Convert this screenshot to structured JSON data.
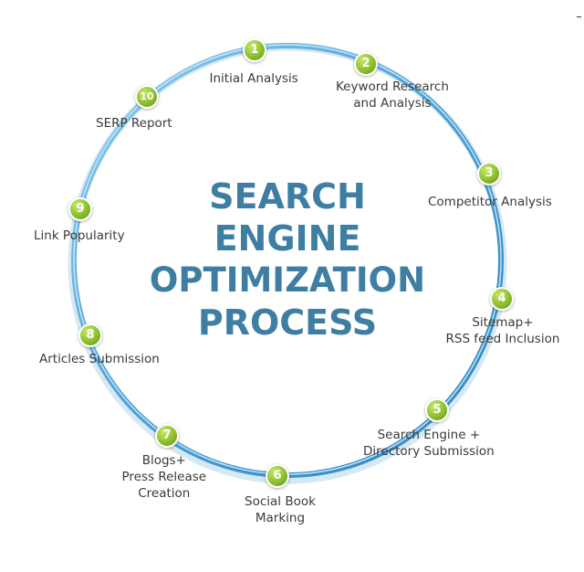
{
  "title": {
    "lines": [
      "SEARCH",
      "ENGINE",
      "OPTIMIZATION",
      "PROCESS"
    ]
  },
  "steps": [
    {
      "number": "1",
      "lines": [
        "Initial Analysis"
      ]
    },
    {
      "number": "2",
      "lines": [
        "Keyword Research",
        "and Analysis"
      ]
    },
    {
      "number": "3",
      "lines": [
        "Competitor Analysis"
      ]
    },
    {
      "number": "4",
      "lines": [
        "Sitemap+",
        "RSS feed Inclusion"
      ]
    },
    {
      "number": "5",
      "lines": [
        "Search Engine +",
        "Directory Submission"
      ]
    },
    {
      "number": "6",
      "lines": [
        "Social Book",
        "Marking"
      ]
    },
    {
      "number": "7",
      "lines": [
        "Blogs+",
        "Press Release",
        "Creation"
      ]
    },
    {
      "number": "8",
      "lines": [
        "Articles Submission"
      ]
    },
    {
      "number": "9",
      "lines": [
        "Link Popularity"
      ]
    },
    {
      "number": "10",
      "lines": [
        "SERP Report"
      ]
    }
  ],
  "colors": {
    "ring": "#5aa8d6",
    "ring_highlight": "#bfe2f6",
    "title": "#3f7ea3",
    "badge": "#8cbf2e"
  }
}
